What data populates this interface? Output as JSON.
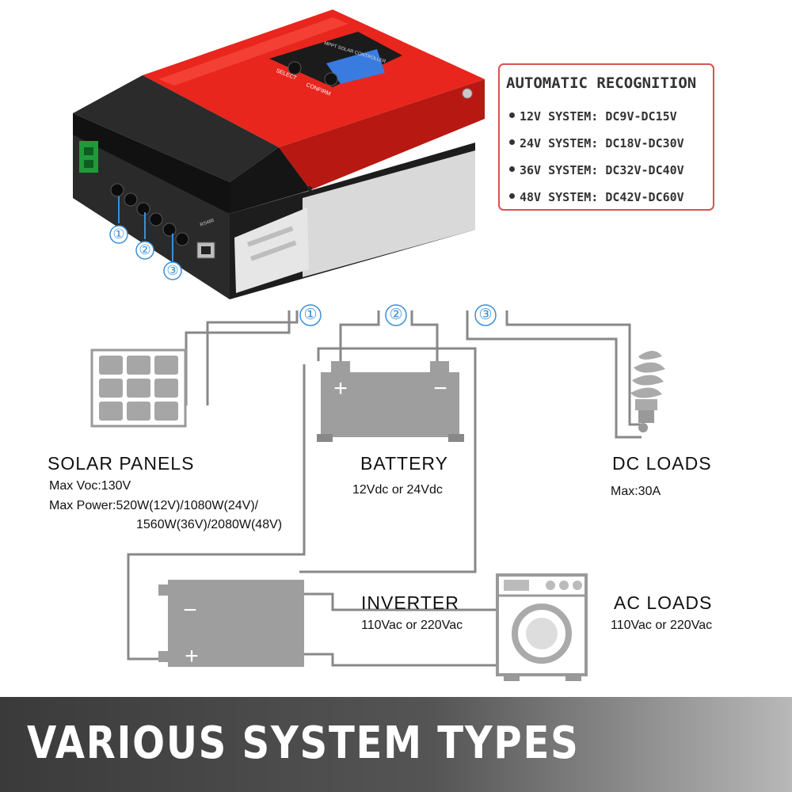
{
  "controller": {
    "brand_label": "MPPT SOLAR CONTROLLER",
    "select_label": "SELECT",
    "confirm_label": "CONFIRM",
    "rs485_label": "RS485",
    "port_markers": [
      "①",
      "②",
      "③"
    ]
  },
  "recognition": {
    "title": "AUTOMATIC RECOGNITION",
    "items": [
      "12V SYSTEM: DC9V-DC15V",
      "24V SYSTEM: DC18V-DC30V",
      "36V SYSTEM: DC32V-DC40V",
      "48V SYSTEM: DC42V-DC60V"
    ]
  },
  "diagram": {
    "markers": [
      "①",
      "②",
      "③"
    ],
    "solar": {
      "title": "SOLAR PANELS",
      "spec1": "Max Voc:130V",
      "spec2": "Max Power:520W(12V)/1080W(24V)/",
      "spec3": "1560W(36V)/2080W(48V)"
    },
    "battery": {
      "title": "BATTERY",
      "spec": "12Vdc or 24Vdc"
    },
    "dc_loads": {
      "title": "DC LOADS",
      "spec": "Max:30A"
    },
    "inverter": {
      "title": "INVERTER",
      "spec": "110Vac or 220Vac"
    },
    "ac_loads": {
      "title": "AC LOADS",
      "spec": "110Vac or 220Vac"
    }
  },
  "banner": {
    "text": "VARIOUS SYSTEM TYPES"
  },
  "colors": {
    "controller_red": "#e8261e",
    "wire_gray": "#8a8a8a",
    "marker_blue": "#3a8fd8",
    "box_border": "#d9534f"
  }
}
